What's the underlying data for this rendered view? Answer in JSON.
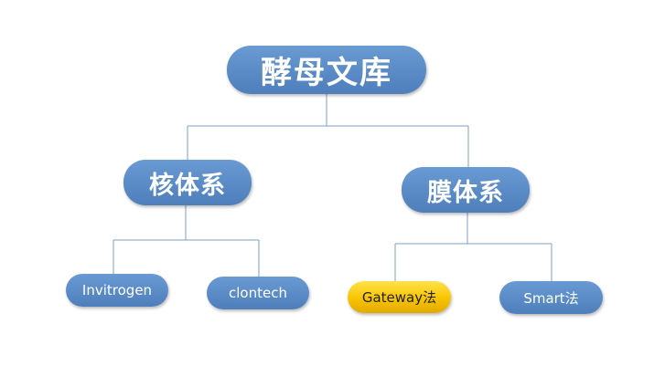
{
  "root": {
    "label": "酵母文库"
  },
  "branches": [
    {
      "label": "核体系",
      "children": [
        {
          "label": "Invitrogen",
          "highlighted": false
        },
        {
          "label": "clontech",
          "highlighted": false
        }
      ]
    },
    {
      "label": "膜体系",
      "children": [
        {
          "label": "Gateway法",
          "highlighted": true
        },
        {
          "label": "Smart法",
          "highlighted": false
        }
      ]
    }
  ],
  "colors": {
    "node_fill": "#5a8bc6",
    "highlight_fill": "#f8c400",
    "connector": "#7f9fc4",
    "node_text": "#ffffff",
    "highlight_text": "#1f1f1f"
  }
}
